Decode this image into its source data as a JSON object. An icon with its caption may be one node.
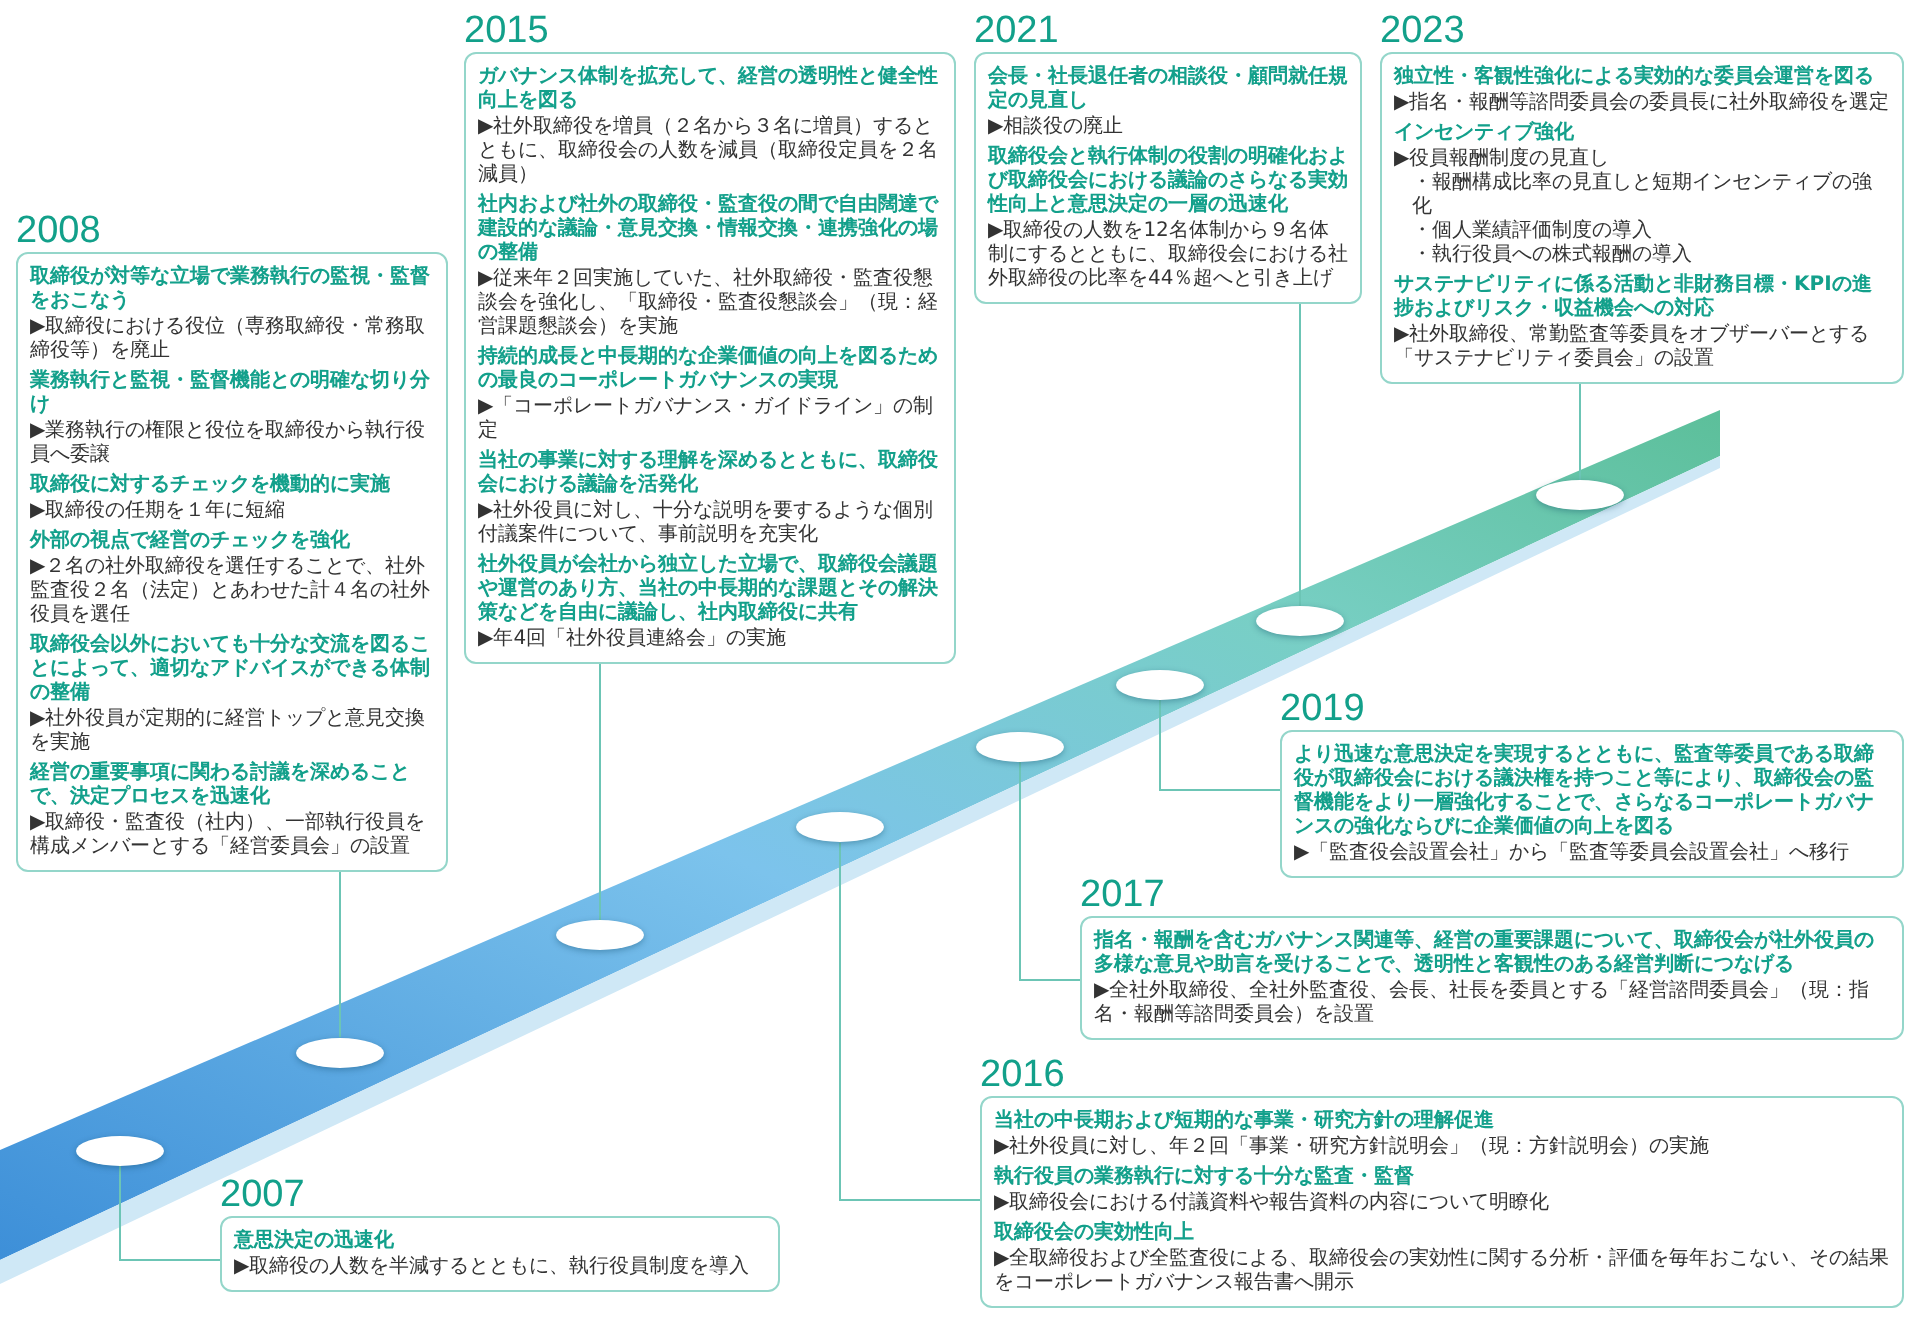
{
  "diagram": {
    "nodes": [
      {
        "text": [
          "2007",
          "意思決定の迅速化",
          "▶取締役の人数を半減するとともに、執行役員制度を導入"
        ]
      },
      {
        "text": [
          "2008",
          "取締役が対等な立場で業務執行の監視・監督をおこなう",
          "▶取締役における役位（専務取締役・常務取締役等）を廃止",
          "業務執行と監視・監督機能との明確な切り分け",
          "▶業務執行の権限と役位を取締役から執行役員へ委譲",
          "取締役に対するチェックを機動的に実施",
          "▶取締役の任期を１年に短縮",
          "外部の視点で経営のチェックを強化",
          "▶２名の社外取締役を選任することで、社外監査役２名（法定）とあわせた計４名の社外役員を選任",
          "取締役会以外においても十分な交流を図ることによって、適切なアドバイスができる体制の整備",
          "▶社外役員が定期的に経営トップと意見交換を実施",
          "経営の重要事項に関わる討議を深めることで、決定プロセスを迅速化",
          "▶取締役・監査役（社内）、一部執行役員を構成メンバーとする「経営委員会」の設置"
        ]
      },
      {
        "text": [
          "2015",
          "ガバナンス体制を拡充して、経営の透明性と健全性向上を図る",
          "▶社外取締役を増員（２名から３名に増員）するとともに、取締役会の人数を減員（取締役定員を２名減員）",
          "社内および社外の取締役・監査役の間で自由闊達で建設的な議論・意見交換・情報交換・連携強化の場の整備",
          "▶従来年２回実施していた、社外取締役・監査役懇談会を強化し、「取締役・監査役懇談会」（現：経営課題懇談会）を実施",
          "持続的成長と中長期的な企業価値の向上を図るための最良のコーポレートガバナンスの実現",
          "▶「コーポレートガバナンス・ガイドライン」の制定",
          "当社の事業に対する理解を深めるとともに、取締役会における議論を活発化",
          "▶社外役員に対し、十分な説明を要するような個別付議案件について、事前説明を充実化",
          "社外役員が会社から独立した立場で、取締役会議題や運営のあり方、当社の中長期的な課題とその解決策などを自由に議論し、社内取締役に共有",
          "▶年4回「社外役員連絡会」の実施"
        ]
      },
      {
        "text": [
          "2016",
          "当社の中長期および短期的な事業・研究方針の理解促進",
          "▶社外役員に対し、年２回「事業・研究方針説明会」（現：方針説明会）の実施",
          "執行役員の業務執行に対する十分な監査・監督",
          "▶取締役会における付議資料や報告資料の内容について明瞭化",
          "取締役会の実効性向上",
          "▶全取締役および全監査役による、取締役会の実効性に関する分析・評価を毎年おこない、その結果をコーポレートガバナンス報告書へ開示"
        ]
      },
      {
        "text": [
          "2017",
          "指名・報酬を含むガバナンス関連等、経営の重要課題について、取締役会が社外役員の多様な意見や助言を受けることで、透明性と客観性のある経営判断につなげる",
          "▶全社外取締役、全社外監査役、会長、社長を委員とする「経営諮問委員会」（現：指名・報酬等諮問委員会）を設置"
        ]
      },
      {
        "text": [
          "2019",
          "より迅速な意思決定を実現するとともに、監査等委員である取締役が取締役会における議決権を持つこと等により、取締役会の監督機能をより一層強化することで、さらなるコーポレートガバナンスの強化ならびに企業価値の向上を図る",
          "▶「監査役会設置会社」から「監査等委員会設置会社」へ移行"
        ]
      },
      {
        "text": [
          "2021",
          "会長・社長退任者の相談役・顧問就任規定の見直し",
          "▶相談役の廃止",
          "取締役会と執行体制の役割の明確化および取締役会における議論のさらなる実効性向上と意思決定の一層の迅速化",
          "▶取締役の人数を12名体制から９名体制にするとともに、取締役会における社外取締役の比率を44％超へと引き上げ"
        ]
      },
      {
        "text": [
          "2023",
          "独立性・客観性強化による実効的な委員会運営を図る",
          "▶指名・報酬等諮問委員会の委員長に社外取締役を選定",
          "インセンティブ強化",
          "▶役員報酬制度の見直し",
          "・報酬構成比率の見直しと短期インセンティブの強化",
          "・個人業績評価制度の導入",
          "・執行役員への株式報酬の導入",
          "サステナビリティに係る活動と非財務目標・KPIの進捗およびリスク・収益機会への対応",
          "▶社外取締役、常勤監査等委員をオブザーバーとする「サステナビリティ委員会」の設置"
        ]
      },
      {
        "text": [],
        "shape": "circle"
      },
      {
        "text": [],
        "shape": "circle"
      },
      {
        "text": [],
        "shape": "circle"
      },
      {
        "text": [],
        "shape": "circle"
      },
      {
        "text": [],
        "shape": "circle"
      },
      {
        "text": [],
        "shape": "circle"
      },
      {
        "text": [],
        "shape": "circle"
      },
      {
        "text": [],
        "shape": "circle"
      }
    ],
    "edges": [
      {
        "from": 8,
        "to": 0,
        "arrow": "none"
      },
      {
        "from": 9,
        "to": 1,
        "arrow": "none"
      },
      {
        "from": 10,
        "to": 2,
        "arrow": "none"
      },
      {
        "from": 11,
        "to": 3,
        "arrow": "none"
      },
      {
        "from": 12,
        "to": 4,
        "arrow": "none"
      },
      {
        "from": 13,
        "to": 5,
        "arrow": "none"
      },
      {
        "from": 14,
        "to": 6,
        "arrow": "none"
      },
      {
        "from": 15,
        "to": 7,
        "arrow": "none"
      }
    ]
  }
}
